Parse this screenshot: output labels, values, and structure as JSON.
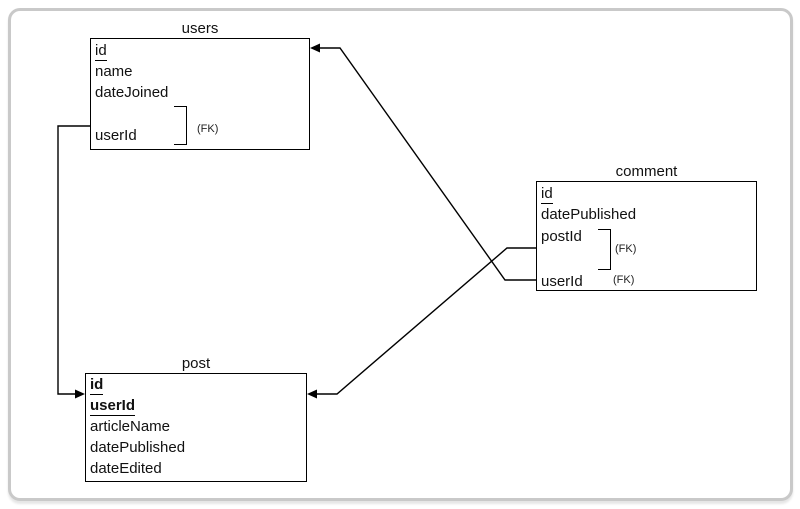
{
  "frame": {
    "border_color": "#c9c9c9",
    "background": "#ffffff"
  },
  "diagram": {
    "stroke_color": "#000000",
    "tables": {
      "users": {
        "title": "users",
        "fields": [
          {
            "label": "id"
          },
          {
            "label": "name"
          },
          {
            "label": "dateJoined"
          },
          {
            "label": "userId",
            "fk": "(FK)"
          }
        ]
      },
      "comment": {
        "title": "comment",
        "fields": [
          {
            "label": "id"
          },
          {
            "label": "datePublished"
          },
          {
            "label": "postId",
            "fk": "(FK)"
          },
          {
            "label": "userId",
            "fk": "(FK)"
          }
        ]
      },
      "post": {
        "title": "post",
        "fields": [
          {
            "label": "id"
          },
          {
            "label": "userId"
          },
          {
            "label": "articleName"
          },
          {
            "label": "datePublished"
          },
          {
            "label": "dateEdited"
          }
        ]
      }
    },
    "relations": [
      {
        "from": "users.userId",
        "to": "post"
      },
      {
        "from": "comment.userId",
        "to": "users"
      },
      {
        "from": "comment.postId",
        "to": "post"
      }
    ]
  }
}
